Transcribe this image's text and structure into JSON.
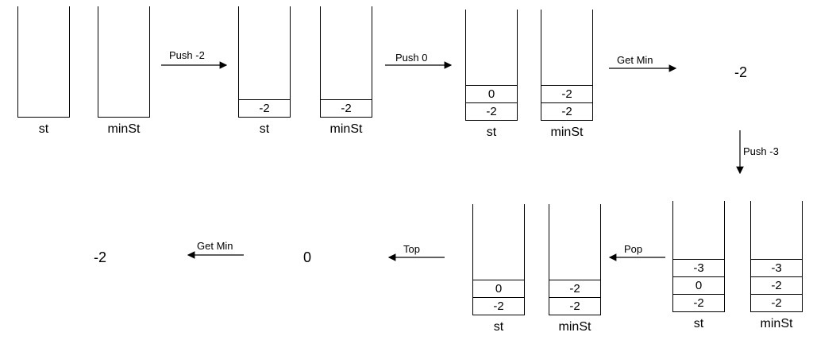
{
  "diagram": {
    "states": [
      {
        "stacks": [
          {
            "label": "st",
            "items": []
          },
          {
            "label": "minSt",
            "items": []
          }
        ]
      },
      {
        "stacks": [
          {
            "label": "st",
            "items": [
              "-2"
            ]
          },
          {
            "label": "minSt",
            "items": [
              "-2"
            ]
          }
        ]
      },
      {
        "stacks": [
          {
            "label": "st",
            "items": [
              "0",
              "-2"
            ]
          },
          {
            "label": "minSt",
            "items": [
              "-2",
              "-2"
            ]
          }
        ]
      },
      {
        "stacks": [
          {
            "label": "st",
            "items": [
              "-3",
              "0",
              "-2"
            ]
          },
          {
            "label": "minSt",
            "items": [
              "-3",
              "-2",
              "-2"
            ]
          }
        ]
      },
      {
        "stacks": [
          {
            "label": "st",
            "items": [
              "0",
              "-2"
            ]
          },
          {
            "label": "minSt",
            "items": [
              "-2",
              "-2"
            ]
          }
        ]
      }
    ],
    "operations": [
      {
        "label": "Push -2"
      },
      {
        "label": "Push 0"
      },
      {
        "label": "Get Min"
      },
      {
        "label": "Push -3"
      },
      {
        "label": "Pop"
      },
      {
        "label": "Top"
      },
      {
        "label": "Get Min"
      }
    ],
    "results": [
      {
        "value": "-2"
      },
      {
        "value": "0"
      },
      {
        "value": "-2"
      }
    ]
  }
}
